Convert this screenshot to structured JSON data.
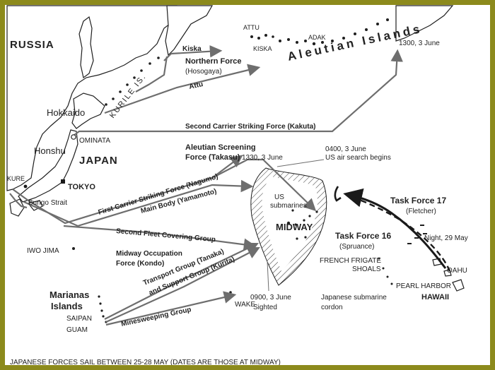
{
  "colors": {
    "border": "#8c8a1c",
    "land": "#ffffff",
    "sea": "#ffffff",
    "route": "#6e6e6e",
    "us_route": "#1a1a1a",
    "text": "#222222"
  },
  "regions": {
    "russia": "RUSSIA",
    "japan": "JAPAN",
    "hokkaido": "Hokkaido",
    "honshu": "Honshu",
    "kurile": "KURILE IS.",
    "aleutian": "Aleutian Islands",
    "marianas_1": "Marianas",
    "marianas_2": "Islands",
    "hawaii": "HAWAII"
  },
  "places": {
    "attu": "ATTU",
    "kiska": "KISKA",
    "adak": "ADAK",
    "ominata": "OMINATA",
    "tokyo": "TOKYO",
    "kure": "KURE",
    "bungo": "Bungo Strait",
    "iwo_jima": "IWO JIMA",
    "saipan": "SAIPAN",
    "guam": "GUAM",
    "wake": "WAKE",
    "midway": "MIDWAY",
    "french_frigate_1": "FRENCH FRIGATE",
    "french_frigate_2": "SHOALS",
    "pearl_harbor": "PEARL HARBOR",
    "oahu": "OAHU"
  },
  "japanese_forces": {
    "kiska": "Kiska",
    "northern_1": "Northern Force",
    "northern_2": "(Hosogaya)",
    "attu": "Attu",
    "second_carrier": "Second Carrier Striking Force (Kakuta)",
    "aleutian_screen_1": "Aleutian Screening",
    "aleutian_screen_2": "Force (Takasu)",
    "first_carrier": "First Carrier Striking Force (Nagumo)",
    "main_body": "Main Body (Yamamoto)",
    "second_fleet": "Second Fleet Covering Group",
    "occupation_1": "Midway Occupation",
    "occupation_2": "Force (Kondo)",
    "transport": "Transport Group (Tanaka)",
    "support": "and Support Group (Kurita)",
    "minesweeping": "Minesweeping Group"
  },
  "us_forces": {
    "us_submarines_1": "US",
    "us_submarines_2": "submarines",
    "tf17": "Task Force 17",
    "tf17_cmd": "(Fletcher)",
    "tf16": "Task Force 16",
    "tf16_cmd": "(Spruance)",
    "jap_sub_1": "Japanese submarine",
    "jap_sub_2": "cordon"
  },
  "annotations": {
    "aleutian_time": "1300, 3 June",
    "june3_1330": "1330, 3 June",
    "june3_0400": "0400, 3 June",
    "air_search": "US air search begins",
    "night_29": "Night, 29 May",
    "sighted_time": "0900, 3 June",
    "sighted": "Sighted"
  },
  "caption": "JAPANESE FORCES SAIL BETWEEN 25-28 MAY (DATES ARE THOSE AT MIDWAY)"
}
